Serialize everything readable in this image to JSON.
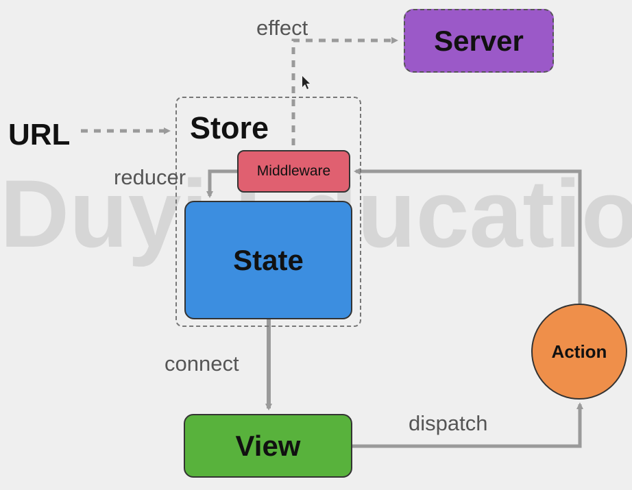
{
  "diagram": {
    "nodes": {
      "server": "Server",
      "store": "Store",
      "middleware": "Middleware",
      "state": "State",
      "view": "View",
      "action": "Action",
      "url": "URL"
    },
    "edges": {
      "effect": "effect",
      "reducer": "reducer",
      "connect": "connect",
      "dispatch": "dispatch"
    },
    "watermark": "Duyi Education"
  },
  "colors": {
    "server": "#9b59c8",
    "middleware": "#e06070",
    "state": "#3c8ee0",
    "view": "#58b23c",
    "action": "#ef8f4a",
    "arrow": "#9a9a9a"
  }
}
